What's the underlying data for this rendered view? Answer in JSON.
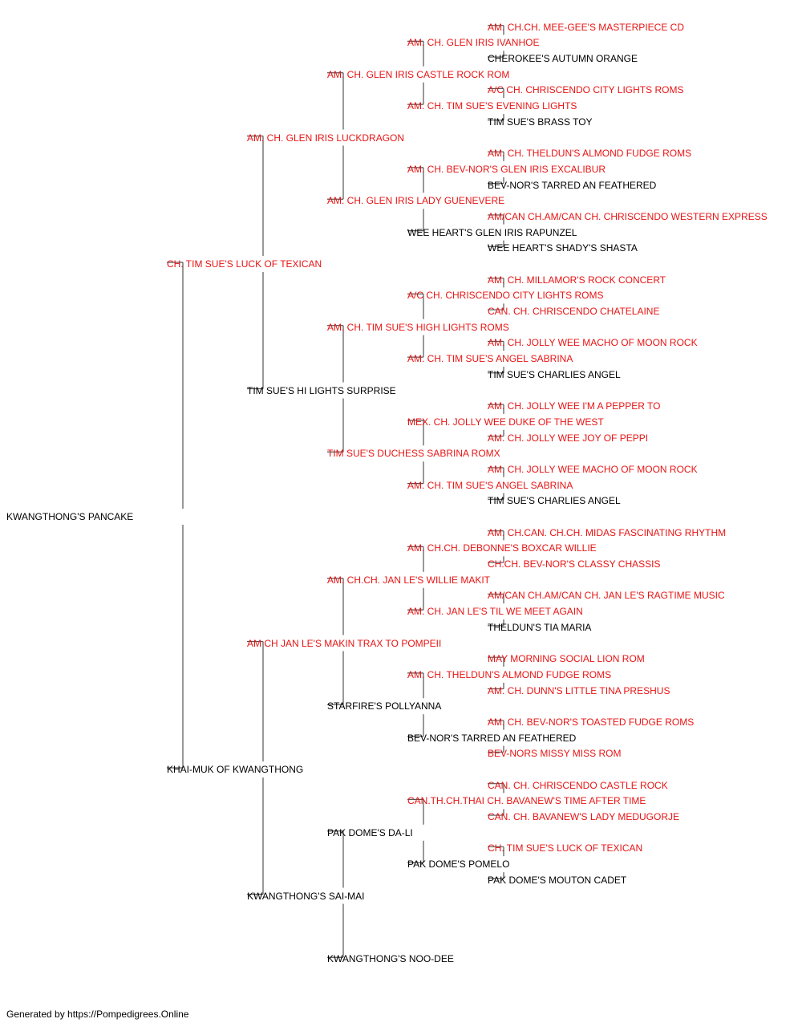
{
  "colors": {
    "champion": "#e81414",
    "normal": "#000000",
    "line": "#555555"
  },
  "pedigree": {
    "name": "KWANGTHONG'S PANCAKE",
    "champion": false,
    "sire": {
      "name": "CH. TIM SUE'S LUCK OF TEXICAN",
      "champion": true,
      "sire": {
        "name": "AM. CH. GLEN IRIS LUCKDRAGON",
        "champion": true,
        "sire": {
          "name": "AM. CH. GLEN IRIS CASTLE ROCK ROM",
          "champion": true,
          "sire": {
            "name": "AM. CH. GLEN IRIS IVANHOE",
            "champion": true,
            "sire": {
              "name": "AM. CH.CH. MEE-GEE'S MASTERPIECE CD",
              "champion": true
            },
            "dam": {
              "name": "CHEROKEE'S AUTUMN ORANGE",
              "champion": false
            }
          },
          "dam": {
            "name": "AM. CH. TIM SUE'S EVENING LIGHTS",
            "champion": true,
            "sire": {
              "name": "A/C CH. CHRISCENDO CITY LIGHTS ROMS",
              "champion": true
            },
            "dam": {
              "name": "TIM SUE'S BRASS TOY",
              "champion": false
            }
          }
        },
        "dam": {
          "name": "AM. CH. GLEN IRIS LADY GUENEVERE",
          "champion": true,
          "sire": {
            "name": "AM. CH. BEV-NOR'S GLEN IRIS EXCALIBUR",
            "champion": true,
            "sire": {
              "name": "AM. CH. THELDUN'S ALMOND FUDGE ROMS",
              "champion": true
            },
            "dam": {
              "name": "BEV-NOR'S TARRED AN FEATHERED",
              "champion": false
            }
          },
          "dam": {
            "name": "WEE HEART'S GLEN IRIS RAPUNZEL",
            "champion": false,
            "sire": {
              "name": "AM/CAN CH.AM/CAN CH. CHRISCENDO WESTERN EXPRESS",
              "champion": true
            },
            "dam": {
              "name": "WEE HEART'S SHADY'S SHASTA",
              "champion": false
            }
          }
        }
      },
      "dam": {
        "name": "TIM SUE'S HI LIGHTS SURPRISE",
        "champion": false,
        "sire": {
          "name": "AM. CH. TIM SUE'S HIGH LIGHTS ROMS",
          "champion": true,
          "sire": {
            "name": "A/C CH. CHRISCENDO CITY LIGHTS ROMS",
            "champion": true,
            "sire": {
              "name": "AM. CH. MILLAMOR'S ROCK CONCERT",
              "champion": true
            },
            "dam": {
              "name": "CAN. CH. CHRISCENDO CHATELAINE",
              "champion": true
            }
          },
          "dam": {
            "name": "AM. CH. TIM SUE'S ANGEL SABRINA",
            "champion": true,
            "sire": {
              "name": "AM. CH. JOLLY WEE MACHO OF MOON ROCK",
              "champion": true
            },
            "dam": {
              "name": "TIM SUE'S CHARLIES ANGEL",
              "champion": false
            }
          }
        },
        "dam": {
          "name": "TIM SUE'S DUCHESS SABRINA ROMX",
          "champion": true,
          "sire": {
            "name": "MEX. CH. JOLLY WEE DUKE OF THE WEST",
            "champion": true,
            "sire": {
              "name": "AM. CH. JOLLY WEE I'M A PEPPER TO",
              "champion": true
            },
            "dam": {
              "name": "AM. CH. JOLLY WEE JOY OF PEPPI",
              "champion": true
            }
          },
          "dam": {
            "name": "AM. CH. TIM SUE'S ANGEL SABRINA",
            "champion": true,
            "sire": {
              "name": "AM. CH. JOLLY WEE MACHO OF MOON ROCK",
              "champion": true
            },
            "dam": {
              "name": "TIM SUE'S CHARLIES ANGEL",
              "champion": false
            }
          }
        }
      }
    },
    "dam": {
      "name": "KHAI-MUK OF KWANGTHONG",
      "champion": false,
      "sire": {
        "name": "AM CH JAN LE'S MAKIN TRAX TO POMPEII",
        "champion": true,
        "sire": {
          "name": "AM. CH.CH. JAN LE'S WILLIE MAKIT",
          "champion": true,
          "sire": {
            "name": "AM. CH.CH. DEBONNE'S BOXCAR WILLIE",
            "champion": true,
            "sire": {
              "name": "AM. CH.CAN. CH.CH. MIDAS FASCINATING RHYTHM",
              "champion": true
            },
            "dam": {
              "name": "CH.CH. BEV-NOR'S CLASSY CHASSIS",
              "champion": true
            }
          },
          "dam": {
            "name": "AM. CH. JAN LE'S TIL WE MEET AGAIN",
            "champion": true,
            "sire": {
              "name": "AM/CAN CH.AM/CAN CH. JAN LE'S RAGTIME MUSIC",
              "champion": true
            },
            "dam": {
              "name": "THELDUN'S TIA MARIA",
              "champion": false
            }
          }
        },
        "dam": {
          "name": "STARFIRE'S POLLYANNA",
          "champion": false,
          "sire": {
            "name": "AM. CH. THELDUN'S ALMOND FUDGE ROMS",
            "champion": true,
            "sire": {
              "name": "MAY MORNING SOCIAL LION ROM",
              "champion": true
            },
            "dam": {
              "name": "AM. CH. DUNN'S LITTLE TINA PRESHUS",
              "champion": true
            }
          },
          "dam": {
            "name": "BEV-NOR'S TARRED AN FEATHERED",
            "champion": false,
            "sire": {
              "name": "AM. CH. BEV-NOR'S TOASTED FUDGE ROMS",
              "champion": true
            },
            "dam": {
              "name": "BEV-NORS MISSY MISS ROM",
              "champion": true
            }
          }
        }
      },
      "dam": {
        "name": "KWANGTHONG'S SAI-MAI",
        "champion": false,
        "sire": {
          "name": "PAK DOME'S DA-LI",
          "champion": false,
          "sire": {
            "name": "CAN.TH.CH.THAI CH. BAVANEW'S TIME AFTER TIME",
            "champion": true,
            "sire": {
              "name": "CAN. CH. CHRISCENDO CASTLE ROCK",
              "champion": true
            },
            "dam": {
              "name": "CAN. CH. BAVANEW'S LADY MEDUGORJE",
              "champion": true
            }
          },
          "dam": {
            "name": "PAK DOME'S POMELO",
            "champion": false,
            "sire": {
              "name": "CH. TIM SUE'S LUCK OF TEXICAN",
              "champion": true
            },
            "dam": {
              "name": "PAK DOME'S MOUTON CADET",
              "champion": false
            }
          }
        },
        "dam": {
          "name": "KWANGTHONG'S NOO-DEE",
          "champion": false
        }
      }
    }
  },
  "footer": {
    "text": "Generated by https://Pompedigrees.Online"
  }
}
